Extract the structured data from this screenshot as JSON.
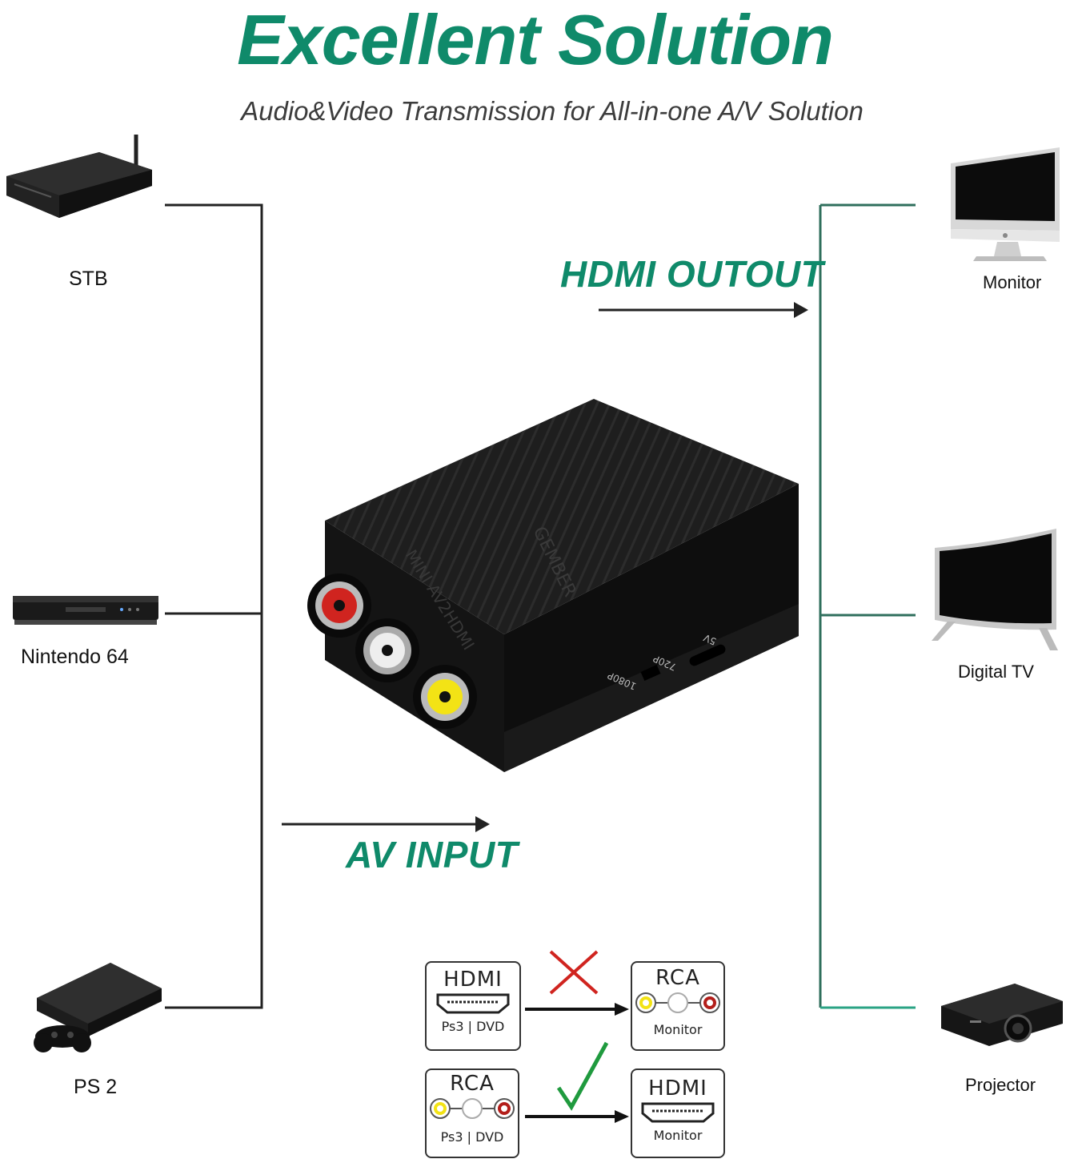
{
  "header": {
    "title": "Excellent Solution",
    "subtitle": "Audio&Video Transmission for All-in-one A/V Solution"
  },
  "inputs": {
    "stb": "STB",
    "n64": "Nintendo 64",
    "ps2": "PS 2"
  },
  "outputs": {
    "monitor": "Monitor",
    "tv": "Digital TV",
    "projector": "Projector"
  },
  "flow": {
    "output_label": "HDMI OUTOUT",
    "input_label": "AV INPUT"
  },
  "converter": {
    "brand": "GEMBER",
    "model": "MINI AV2HDMI",
    "switch_1080": "1080P",
    "switch_720": "720P",
    "power": "5V"
  },
  "legend": {
    "wrong": {
      "from_title": "HDMI",
      "from_sub": "Ps3 | DVD",
      "to_title": "RCA",
      "to_sub": "Monitor",
      "mark": "cross-icon"
    },
    "right": {
      "from_title": "RCA",
      "from_sub": "Ps3 | DVD",
      "to_title": "HDMI",
      "to_sub": "Monitor",
      "mark": "check-icon"
    }
  },
  "colors": {
    "brand_green": "#0f8a6a",
    "line_left": "#222222",
    "line_right": "#2f6f5c",
    "rca_red": "#d0241f",
    "rca_white": "#eeeeee",
    "rca_yellow": "#f3e315"
  }
}
